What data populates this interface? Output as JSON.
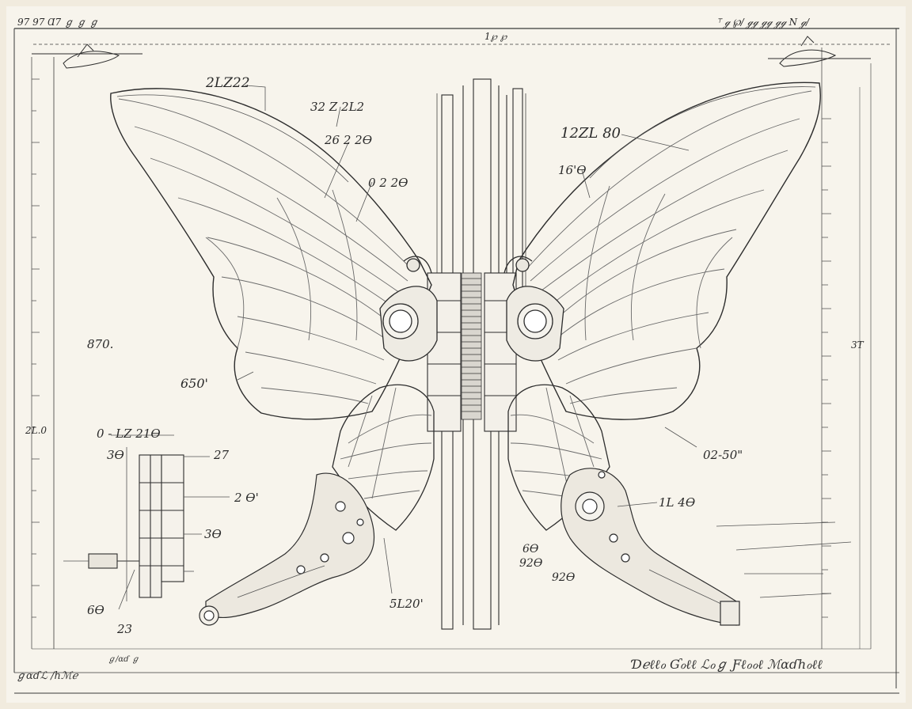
{
  "corner_marks": {
    "top_left": "97   97   Ɑ7 ℊ   ℊ ℊ",
    "top_center": "1℘ ℘",
    "top_right": "⸆ ℊ  ℘/  ℊℊ  ℊℊ   ℊℊ  N  ℊ/"
  },
  "labels": {
    "wing_top_left": "2LZ22",
    "wing_left_upper_a": "32 Z 2L2",
    "wing_left_upper_b": "26  2 2Ɵ",
    "wing_left_mid": "0 2 2Ɵ",
    "left_margin": "870.",
    "left_wing_lower": "650'",
    "right_wing_top": "12ZL 80",
    "right_wing_upper": "16'Ɵ",
    "right_wing_lower": "02-50\"",
    "mechanism_right": "1L 4Ɵ",
    "detail_top": "0 - LZ 21Ɵ",
    "detail_a": "3Ɵ",
    "detail_b": "27",
    "detail_c": "2 Ɵ'",
    "detail_d": "3Ɵ",
    "detail_e": "6Ɵ",
    "detail_f": "23",
    "shaft_label": "5L20'",
    "leg_a": "6Ɵ",
    "leg_b": "92Ɵ",
    "leg_c": "92Ɵ",
    "edge_left": "2L.0",
    "edge_right": "3T"
  },
  "signatures": {
    "bottom_left": "ℊɑɗℒ /ℎℳℯ",
    "bottom_left_small": "ℊ/ɑɗ ℊ",
    "bottom_right": "Ɗℯℓℓℴ Ɠℴℓℓ ℒℴℊ  Ƒℓℴℴℓ  ℳɑɗℎℴℓℓ"
  }
}
